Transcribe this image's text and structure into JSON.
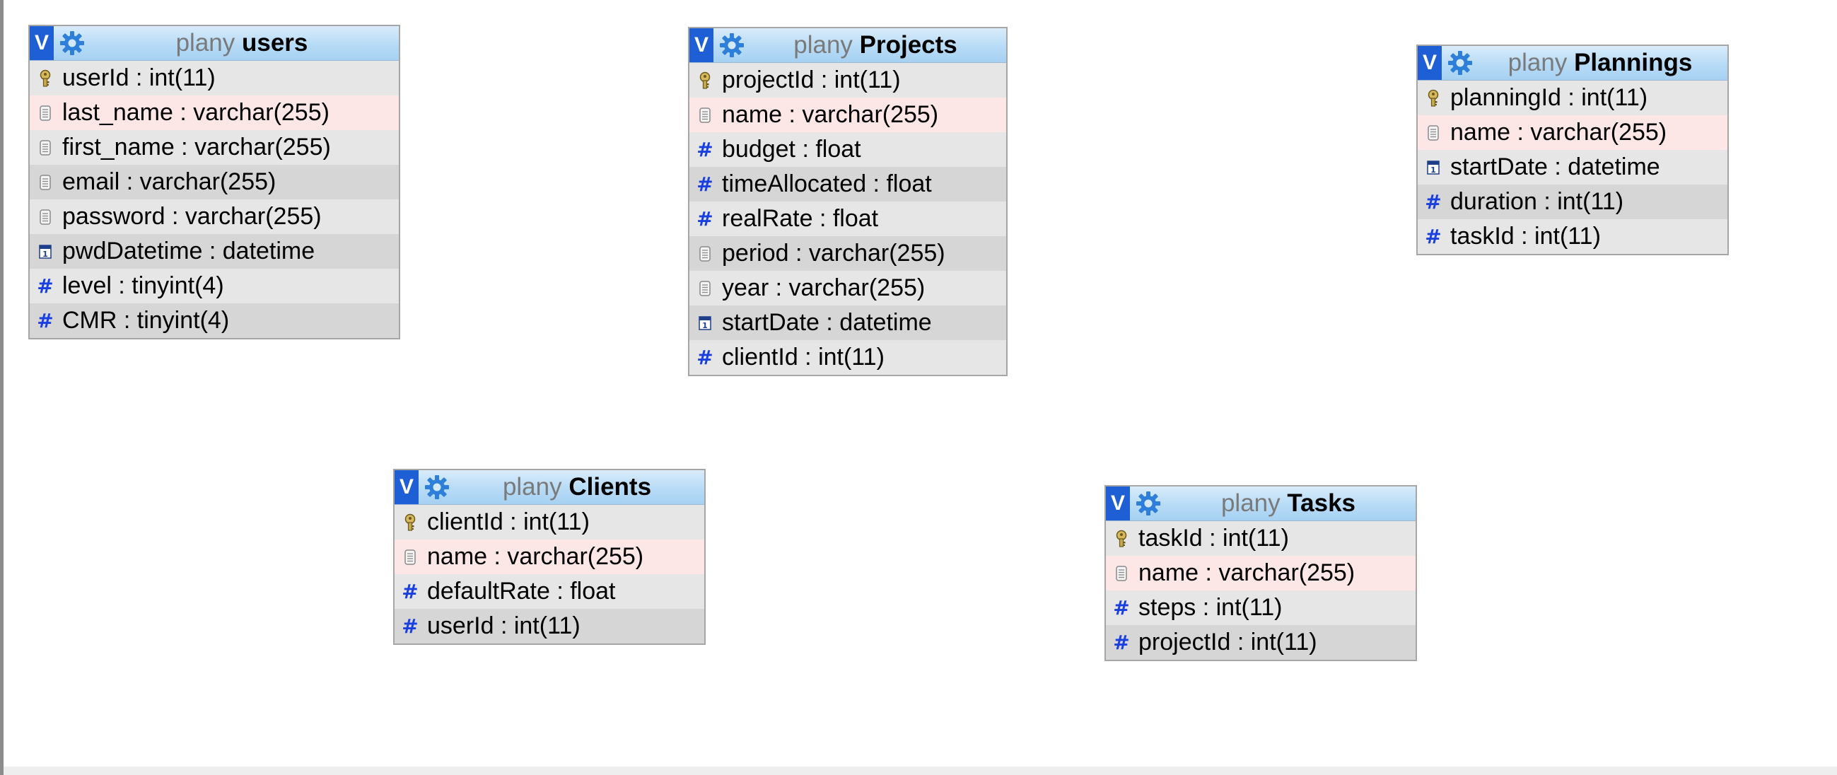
{
  "colors": {
    "header_gradient_top": "#d9ecfb",
    "header_gradient_bottom": "#a6d1f2",
    "v_button": "#1e5fd6",
    "gear": "#2e7fd9",
    "hash_icon": "#1a3fe0",
    "pink_row": "#fde6e6",
    "db_name": "#7a7a7a"
  },
  "tables": {
    "users": {
      "toggle": "V",
      "db": "plany",
      "name": "users",
      "columns": [
        {
          "text": "userId : int(11)",
          "icon": "key-icon"
        },
        {
          "text": "last_name : varchar(255)",
          "icon": "text-field-icon"
        },
        {
          "text": "first_name : varchar(255)",
          "icon": "text-field-icon"
        },
        {
          "text": "email : varchar(255)",
          "icon": "text-field-icon"
        },
        {
          "text": "password : varchar(255)",
          "icon": "text-field-icon"
        },
        {
          "text": "pwdDatetime : datetime",
          "icon": "calendar-icon"
        },
        {
          "text": "level : tinyint(4)",
          "icon": "hash-icon",
          "glyph": "#"
        },
        {
          "text": "CMR : tinyint(4)",
          "icon": "hash-icon",
          "glyph": "#"
        }
      ]
    },
    "projects": {
      "toggle": "V",
      "db": "plany",
      "name": "Projects",
      "columns": [
        {
          "text": "projectId : int(11)",
          "icon": "key-icon"
        },
        {
          "text": "name : varchar(255)",
          "icon": "text-field-icon"
        },
        {
          "text": "budget : float",
          "icon": "hash-icon",
          "glyph": "#"
        },
        {
          "text": "timeAllocated : float",
          "icon": "hash-icon",
          "glyph": "#"
        },
        {
          "text": "realRate : float",
          "icon": "hash-icon",
          "glyph": "#"
        },
        {
          "text": "period : varchar(255)",
          "icon": "text-field-icon"
        },
        {
          "text": "year : varchar(255)",
          "icon": "text-field-icon"
        },
        {
          "text": "startDate : datetime",
          "icon": "calendar-icon"
        },
        {
          "text": "clientId : int(11)",
          "icon": "hash-icon",
          "glyph": "#"
        }
      ]
    },
    "plannings": {
      "toggle": "V",
      "db": "plany",
      "name": "Plannings",
      "columns": [
        {
          "text": "planningId : int(11)",
          "icon": "key-icon"
        },
        {
          "text": "name : varchar(255)",
          "icon": "text-field-icon"
        },
        {
          "text": "startDate : datetime",
          "icon": "calendar-icon"
        },
        {
          "text": "duration : int(11)",
          "icon": "hash-icon",
          "glyph": "#"
        },
        {
          "text": "taskId : int(11)",
          "icon": "hash-icon",
          "glyph": "#"
        }
      ]
    },
    "clients": {
      "toggle": "V",
      "db": "plany",
      "name": "Clients",
      "columns": [
        {
          "text": "clientId : int(11)",
          "icon": "key-icon"
        },
        {
          "text": "name : varchar(255)",
          "icon": "text-field-icon"
        },
        {
          "text": "defaultRate : float",
          "icon": "hash-icon",
          "glyph": "#"
        },
        {
          "text": "userId : int(11)",
          "icon": "hash-icon",
          "glyph": "#"
        }
      ]
    },
    "tasks": {
      "toggle": "V",
      "db": "plany",
      "name": "Tasks",
      "columns": [
        {
          "text": "taskId : int(11)",
          "icon": "key-icon"
        },
        {
          "text": "name : varchar(255)",
          "icon": "text-field-icon"
        },
        {
          "text": "steps : int(11)",
          "icon": "hash-icon",
          "glyph": "#"
        },
        {
          "text": "projectId : int(11)",
          "icon": "hash-icon",
          "glyph": "#"
        }
      ]
    }
  }
}
